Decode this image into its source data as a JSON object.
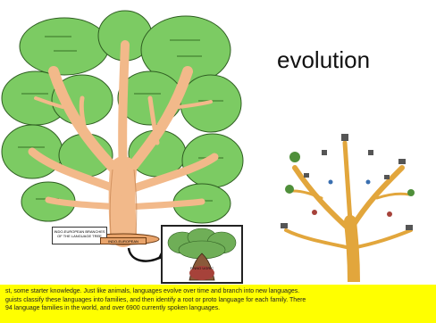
{
  "slide": {
    "title": "evolution"
  },
  "left_tree": {
    "caption": "INDO-EUROPEAN BRANCHES OF THE LANGUAGE TREE",
    "root_label": "INDO-EUROPEAN",
    "colors": {
      "foliage": "#7ccb63",
      "trunk": "#f2b98a",
      "outline": "#2f5e22"
    }
  },
  "inset": {
    "label": "FINNO UGRIC"
  },
  "right_tree": {
    "colors": {
      "trunk": "#e2a63c",
      "outline": "#8a5a12"
    }
  },
  "footer": {
    "background": "#ffff00",
    "lines": [
      "st, some starter knowledge. Just like animals, languages evolve over time and branch into new languages.",
      "guists classify these languages into families, and then identify a root or proto language for each family. There",
      "94 language families in the world, and over 6900 currently spoken languages."
    ]
  }
}
